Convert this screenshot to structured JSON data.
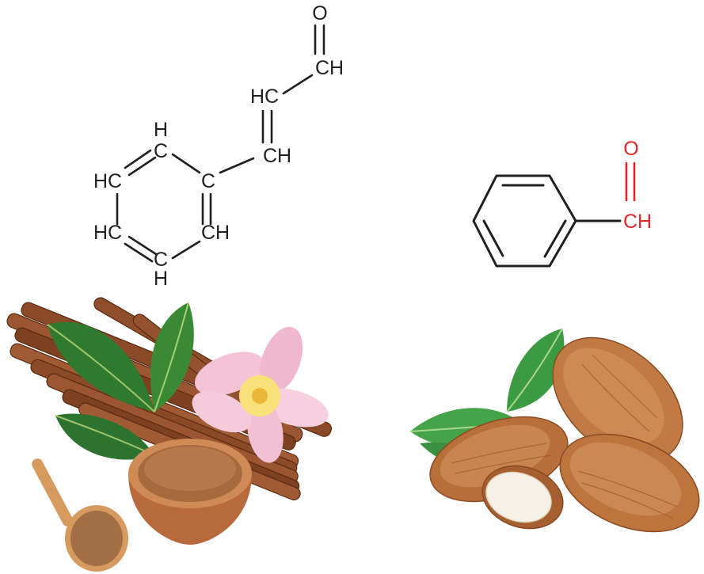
{
  "colors": {
    "bond": "#231f20",
    "label": "#231f20",
    "highlight": "#e3262b",
    "background": "#ffffff"
  },
  "cinnamaldehyde": {
    "labels": {
      "carbonyl_o": "O",
      "aldehyde_ch": "CH",
      "alkene_hc": "HC",
      "alkene_ch": "CH",
      "ring_top_h": "H",
      "ring_top_c": "C",
      "ring_ipso_c": "C",
      "ring_left_upper_hc": "HC",
      "ring_left_lower_hc": "HC",
      "ring_right_lower_ch": "CH",
      "ring_bottom_c": "C",
      "ring_bottom_h": "H"
    }
  },
  "benzaldehyde": {
    "labels": {
      "carbonyl_o": "O",
      "aldehyde_ch": "CH"
    }
  },
  "photos": {
    "left": {
      "icon": "cinnamon-sticks-powder-frangipani-illustration"
    },
    "right": {
      "icon": "almonds-illustration"
    }
  }
}
